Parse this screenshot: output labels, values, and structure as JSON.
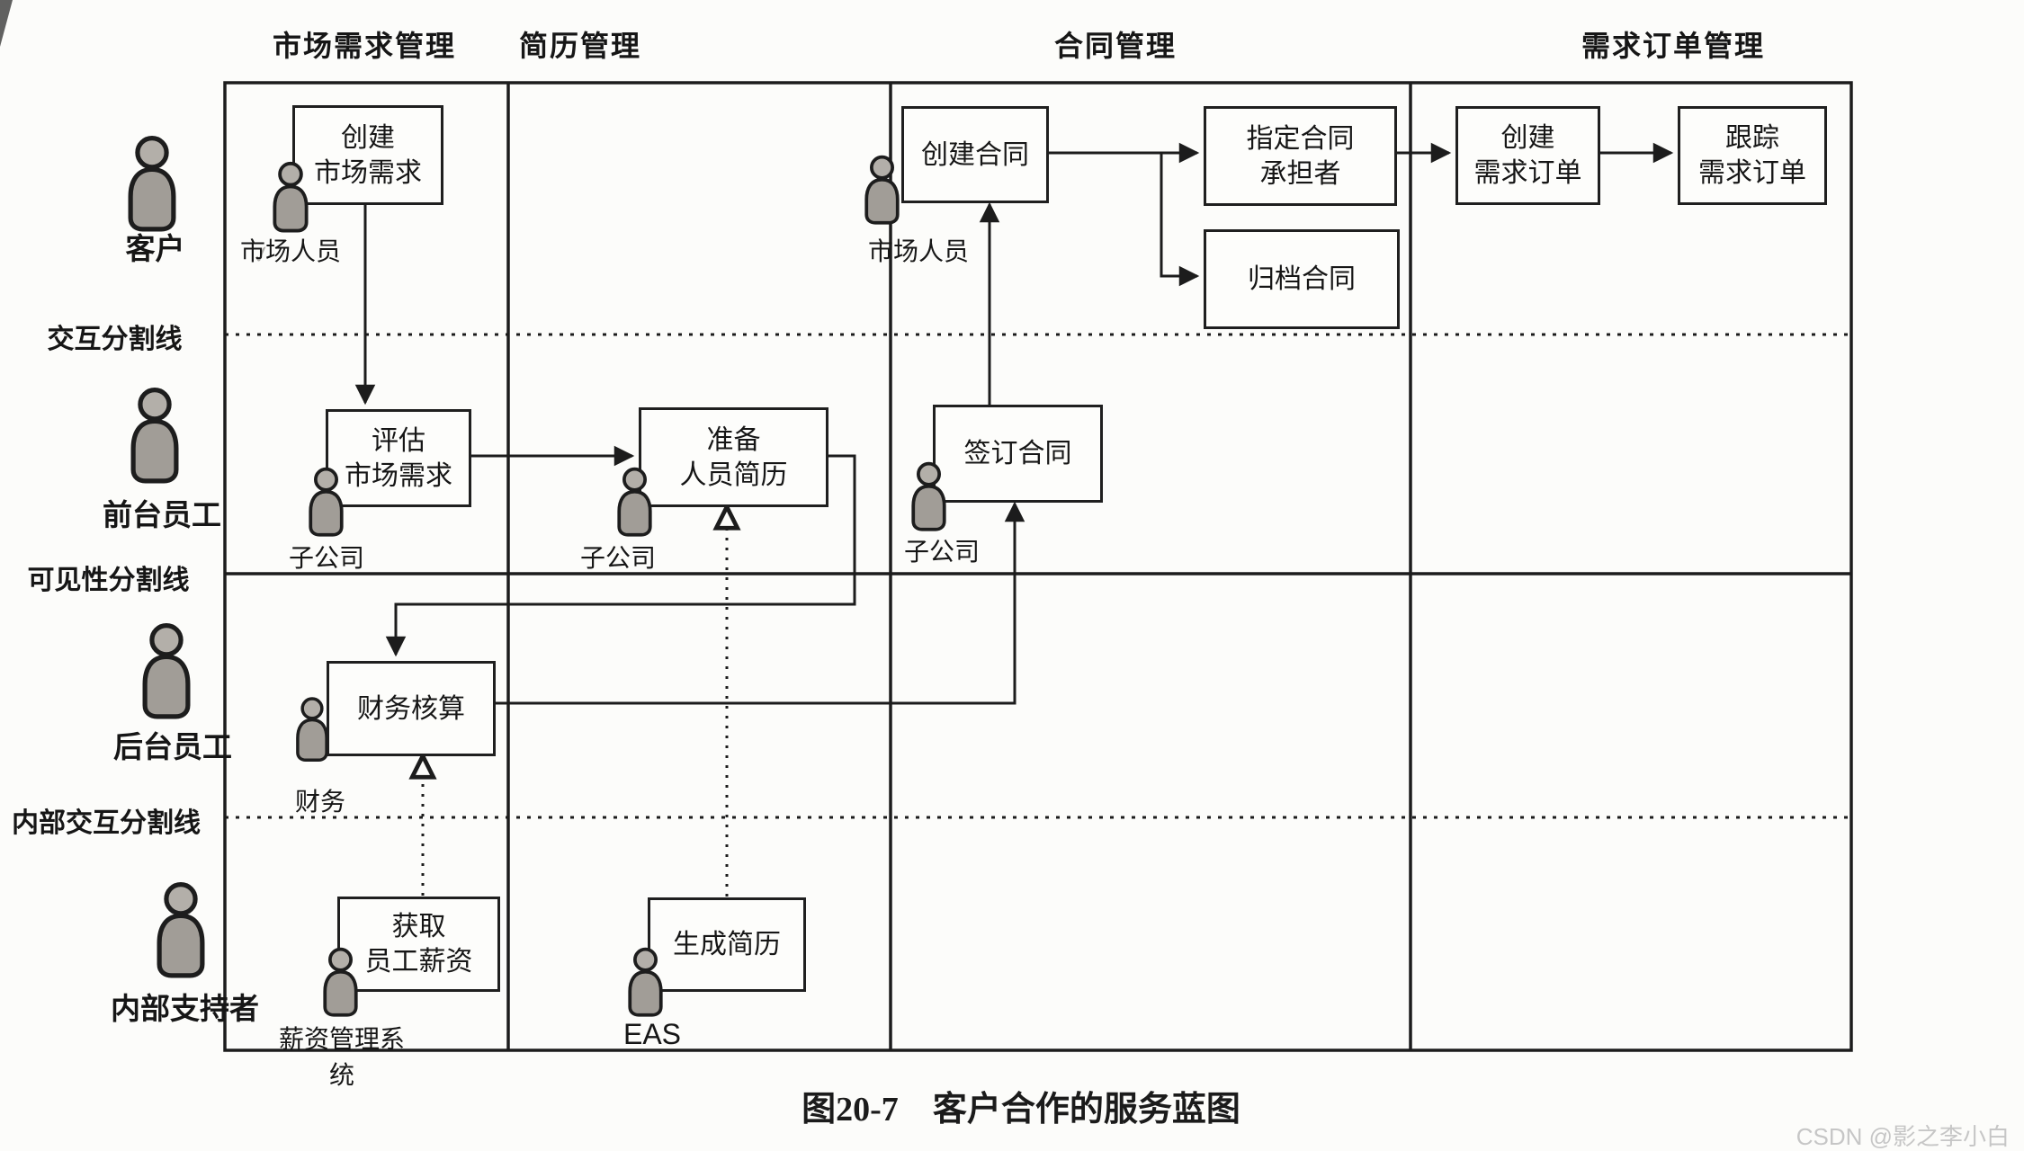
{
  "figure": {
    "caption_number": "图20-7",
    "caption_title": "客户合作的服务蓝图",
    "watermark": "CSDN @影之李小白"
  },
  "columns": [
    {
      "label": "市场需求管理"
    },
    {
      "label": "简历管理"
    },
    {
      "label": "合同管理"
    },
    {
      "label": "需求订单管理"
    }
  ],
  "lanes": {
    "customer": "客户",
    "front_staff": "前台员工",
    "back_staff": "后台员工",
    "internal_supporter": "内部支持者"
  },
  "separators": {
    "interaction": "交互分割线",
    "visibility": "可见性分割线",
    "internal_interaction": "内部交互分割线"
  },
  "nodes": {
    "create_market_demand": "创建\n市场需求",
    "evaluate_market_demand": "评估\n市场需求",
    "prepare_resume": "准备\n人员简历",
    "create_contract": "创建合同",
    "assign_contract_owner": "指定合同\n承担者",
    "archive_contract": "归档合同",
    "create_demand_order": "创建\n需求订单",
    "track_demand_order": "跟踪\n需求订单",
    "sign_contract": "签订合同",
    "financial_accounting": "财务核算",
    "get_employee_salary": "获取\n员工薪资",
    "generate_resume": "生成简历"
  },
  "actors": {
    "marketing_staff_1": "市场人员",
    "subsidiary_1": "子公司",
    "subsidiary_2": "子公司",
    "marketing_staff_2": "市场人员",
    "subsidiary_3": "子公司",
    "finance": "财务",
    "salary_system": "薪资管理系统",
    "eas": "EAS"
  }
}
